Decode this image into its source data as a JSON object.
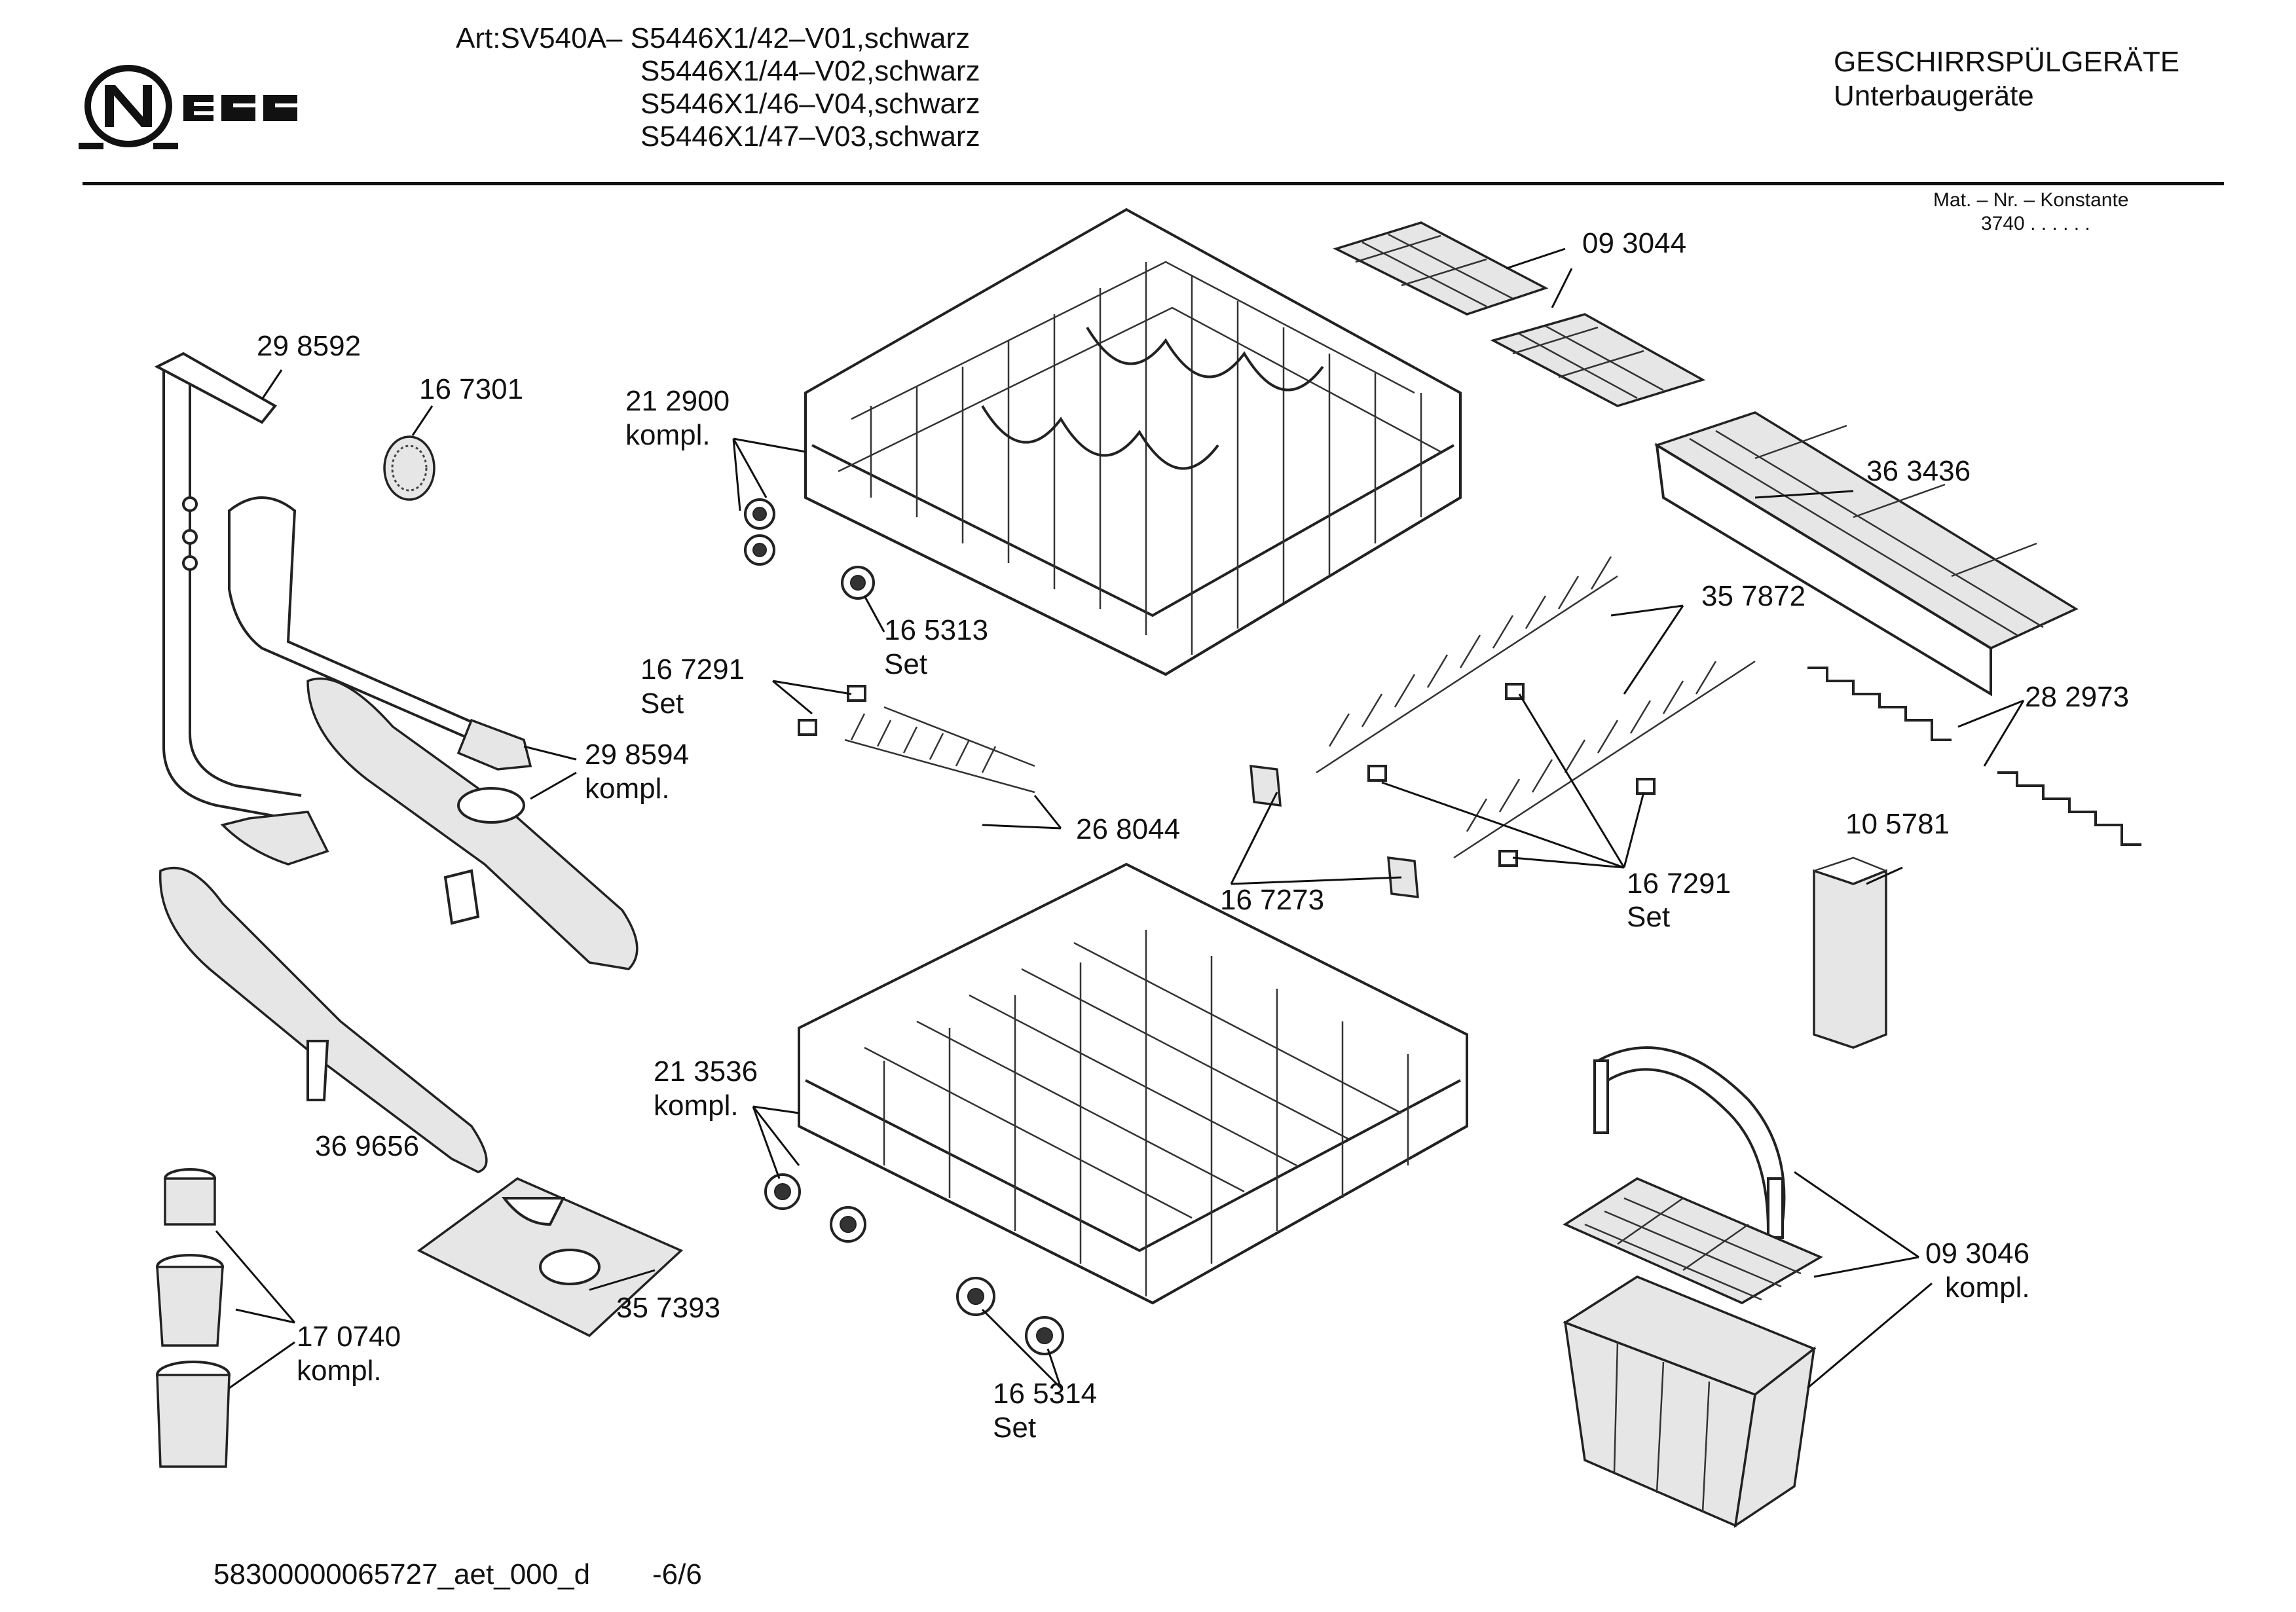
{
  "header": {
    "brand": "NEFF",
    "article_lines": [
      "Art:SV540A– S5446X1/42–V01,schwarz",
      "S5446X1/44–V02,schwarz",
      "S5446X1/46–V04,schwarz",
      "S5446X1/47–V03,schwarz"
    ],
    "category": "GESCHIRRSPÜLGERÄTE",
    "subcategory": "Unterbaugeräte",
    "mat_label": "Mat. – Nr. – Konstante",
    "mat_value": "3740  .   .   .   .   .   ."
  },
  "parts": {
    "p298592": "29 8592",
    "p167301": "16 7301",
    "p212900": "21 2900",
    "p212900_sub": "kompl.",
    "p093044": "09 3044",
    "p363436": "36 3436",
    "p165313": "16 5313",
    "p165313_sub": "Set",
    "p357872": "35 7872",
    "p167291a": "16 7291",
    "p167291a_sub": "Set",
    "p298594": "29 8594",
    "p298594_sub": "kompl.",
    "p282973": "28 2973",
    "p268044": "26 8044",
    "p105781": "10 5781",
    "p167273": "16 7273",
    "p167291b": "16 7291",
    "p167291b_sub": "Set",
    "p213536": "21 3536",
    "p213536_sub": "kompl.",
    "p369656": "36 9656",
    "p093046": "09 3046",
    "p093046_sub": "kompl.",
    "p357393": "35 7393",
    "p170740": "17 0740",
    "p170740_sub": "kompl.",
    "p165314": "16 5314",
    "p165314_sub": "Set"
  },
  "footer": {
    "doc_id": "58300000065727_aet_000_d",
    "page": "-6/6"
  }
}
